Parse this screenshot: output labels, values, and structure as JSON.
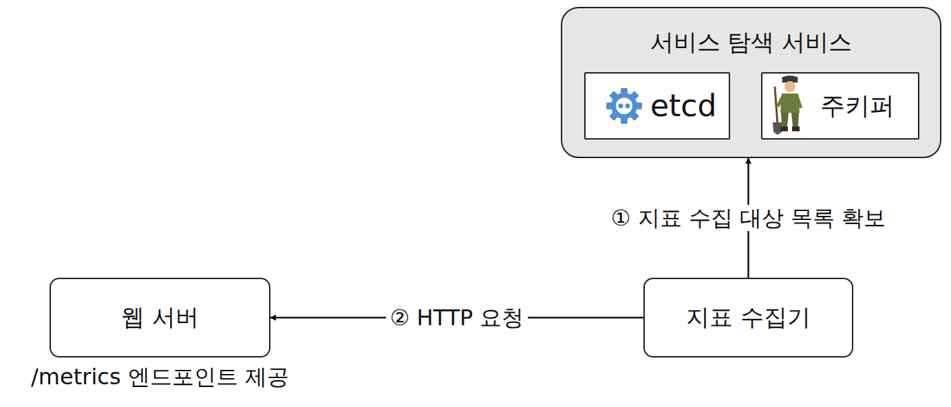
{
  "diagram": {
    "nodes": [
      {
        "text": [
          "서비스 탐색 서비스"
        ]
      },
      {
        "text": [
          "etcd"
        ],
        "in": 0
      },
      {
        "text": [
          "주키퍼"
        ],
        "in": 0
      },
      {
        "text": [
          "웹 서버",
          "/metrics 엔드포인트 제공"
        ]
      },
      {
        "text": [
          "지표 수집기"
        ]
      }
    ],
    "edges": [
      {
        "from": 4,
        "to": 0,
        "label": "① 지표 수집 대상 목록 확보",
        "arrow": "to"
      },
      {
        "from": 4,
        "to": 3,
        "label": "② HTTP 요청",
        "arrow": "to"
      }
    ]
  }
}
